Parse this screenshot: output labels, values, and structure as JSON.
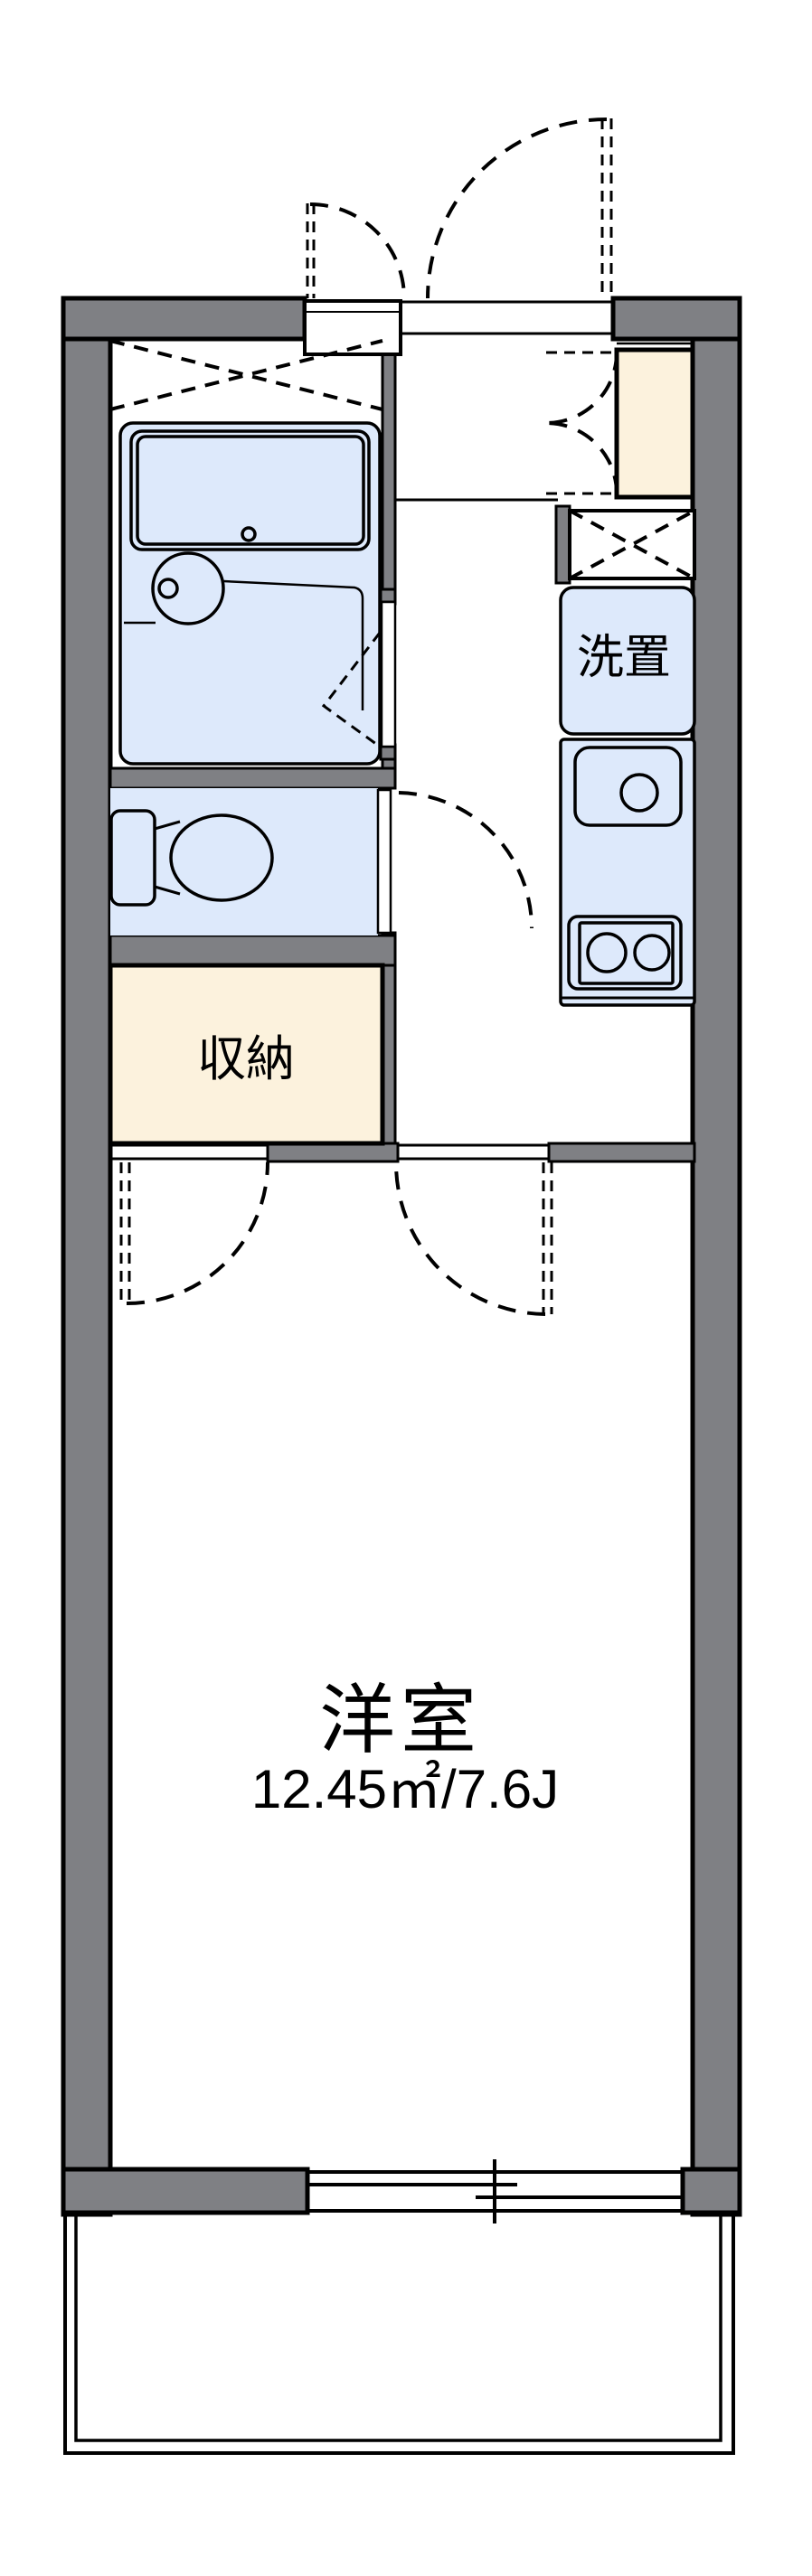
{
  "floorplan": {
    "labels": {
      "laundry_space": "洗置",
      "storage_closet": "収納",
      "main_room_name": "洋室",
      "main_room_size": "12.45㎡/7.6J"
    },
    "colors": {
      "wall_fill": "#7f8084",
      "outline": "#000000",
      "fixture_fill": "#dde9fb",
      "storage_fill": "#fcf2dd",
      "floor_fill": "#ffffff"
    },
    "fixtures": [
      "entrance-door",
      "entrance-alcove",
      "shoe-cabinet",
      "vent-box",
      "laundry-space",
      "kitchen-sink",
      "gas-stove",
      "bathtub",
      "shower-area",
      "toilet",
      "storage-closet",
      "room-doors",
      "sliding-window",
      "balcony"
    ]
  }
}
